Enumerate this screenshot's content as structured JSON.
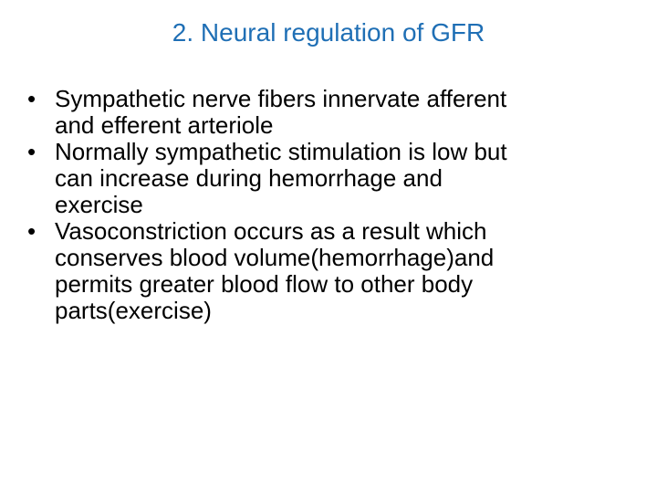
{
  "slide": {
    "title": "2. Neural regulation of GFR",
    "bullet_glyph": "•",
    "bullets": [
      {
        "lines": [
          "Sympathetic nerve fibers innervate afferent",
          "and efferent arteriole"
        ]
      },
      {
        "lines": [
          "Normally sympathetic stimulation is low but",
          "can increase during hemorrhage and",
          "exercise"
        ]
      },
      {
        "lines": [
          "Vasoconstriction occurs as a result which",
          "conserves blood volume(hemorrhage)and",
          "permits greater blood flow to other body",
          "parts(exercise)"
        ]
      }
    ],
    "colors": {
      "title": "#1f6fb5",
      "body": "#000000",
      "background": "#ffffff"
    }
  }
}
